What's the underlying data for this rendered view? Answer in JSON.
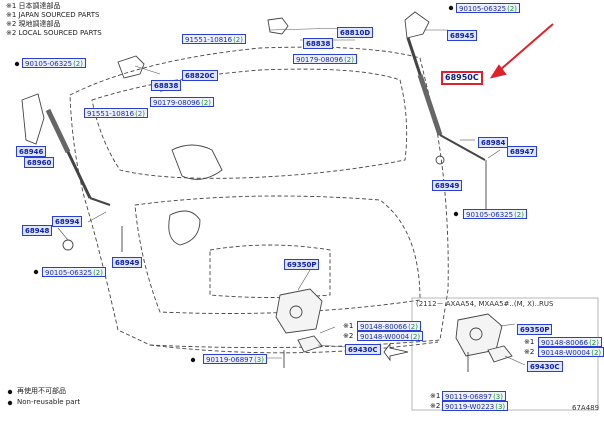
{
  "notes": {
    "n1": "※1 日本調達部品",
    "n1en": "※1 JAPAN SOURCED PARTS",
    "n2": "※2 現地調達部品",
    "n2en": "※2 LOCAL SOURCED PARTS"
  },
  "legend": {
    "jp": "再使用不可部品",
    "en": "Non-reusable part"
  },
  "variant": "(2112－  AXAA54, MXAA5#..(M, X)..RUS",
  "diagram_id": "67A489",
  "labels": {
    "b90105_06325_top": {
      "code": "90105-06325",
      "suf": "(2)"
    },
    "b68945": {
      "code": "68945"
    },
    "b91551_10816_top": {
      "code": "91551-10816",
      "suf": "(2)"
    },
    "b68838_top": {
      "code": "68838"
    },
    "b68810D": {
      "code": "68810D"
    },
    "b90105_06325_left": {
      "code": "90105-06325",
      "suf": "(2)"
    },
    "b90179_08096_top": {
      "code": "90179-08096",
      "suf": "(2)"
    },
    "b68820C": {
      "code": "68820C"
    },
    "b68838_mid": {
      "code": "68838"
    },
    "b90179_08096_mid": {
      "code": "90179-08096",
      "suf": "(2)"
    },
    "b91551_10816_mid": {
      "code": "91551-10816",
      "suf": "(2)"
    },
    "b68950C": {
      "code": "68950C"
    },
    "b68946": {
      "code": "68946"
    },
    "b68960": {
      "code": "68960"
    },
    "b68984": {
      "code": "68984"
    },
    "b68947": {
      "code": "68947"
    },
    "b68949_right": {
      "code": "68949"
    },
    "b90105_06325_right": {
      "code": "90105-06325",
      "suf": "(2)"
    },
    "b68994": {
      "code": "68994"
    },
    "b68948": {
      "code": "68948"
    },
    "b68949_left": {
      "code": "68949"
    },
    "b90105_06325_bl": {
      "code": "90105-06325",
      "suf": "(2)"
    },
    "b69350P": {
      "code": "69350P"
    },
    "b90148_80066_c": {
      "code": "90148-80066",
      "suf": "(2)"
    },
    "b90148_W0004_c": {
      "code": "90148-W0004",
      "suf": "(2)"
    },
    "b69430C_c": {
      "code": "69430C"
    },
    "b90119_06897_c": {
      "code": "90119-06897",
      "suf": "(3)"
    },
    "b69350P_r": {
      "code": "69350P"
    },
    "b90148_80066_r": {
      "code": "90148-80066",
      "suf": "(2)"
    },
    "b90148_W0004_r": {
      "code": "90148-W0004",
      "suf": "(2)"
    },
    "b69430C_r": {
      "code": "69430C"
    },
    "b90119_06897_r": {
      "code": "90119-06897",
      "suf": "(3)"
    },
    "b90119_W0223_r": {
      "code": "90119-W0223",
      "suf": "(3)"
    }
  },
  "markers": {
    "m1": "※1",
    "m2": "※2"
  }
}
